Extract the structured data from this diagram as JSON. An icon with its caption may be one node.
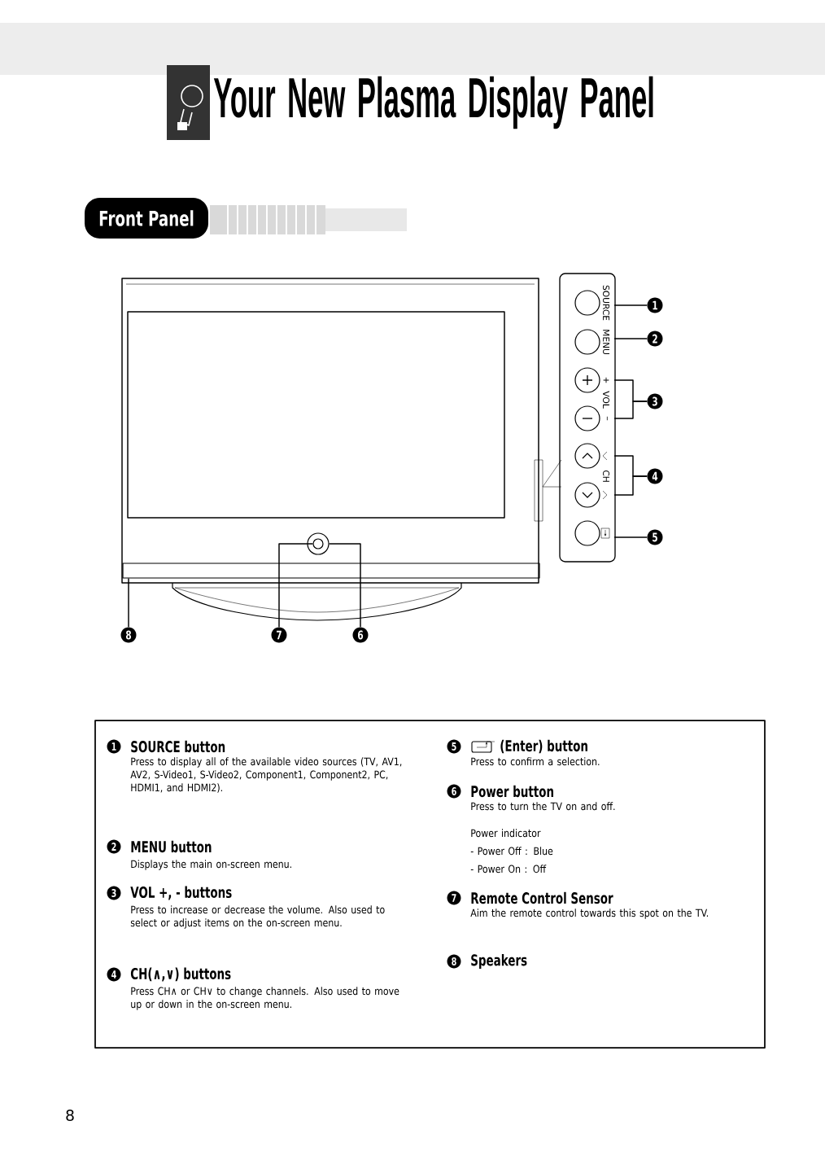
{
  "diagram": {
    "title": "Your New Plasma Display Panel",
    "nodes": [
      {
        "text": [
          "Front Panel"
        ]
      },
      {
        "text": [],
        "shape": "bar"
      },
      {
        "text": [],
        "shape": "circle"
      },
      {
        "text": [],
        "shape": "circle",
        "in": 2
      },
      {
        "text": [],
        "shape": "circle"
      },
      {
        "text": [],
        "shape": "circle"
      },
      {
        "text": [],
        "shape": "circle"
      },
      {
        "text": [],
        "shape": "circle"
      },
      {
        "text": [],
        "shape": "circle"
      },
      {
        "text": [],
        "shape": "circle"
      },
      {
        "text": [],
        "shape": "circle"
      },
      {
        "text": [
          "1"
        ]
      },
      {
        "text": [
          "2"
        ]
      },
      {
        "text": [
          "3"
        ]
      },
      {
        "text": [
          "4"
        ]
      },
      {
        "text": [
          "5"
        ]
      },
      {
        "text": [
          "8"
        ]
      },
      {
        "text": [
          "7"
        ]
      },
      {
        "text": [
          "6"
        ]
      },
      {
        "text": [
          "1"
        ]
      },
      {
        "text": [
          "2"
        ]
      },
      {
        "text": [
          "3"
        ]
      },
      {
        "text": [
          "4"
        ]
      },
      {
        "text": [
          "5"
        ]
      },
      {
        "text": [
          "6"
        ]
      },
      {
        "text": [
          "7"
        ]
      },
      {
        "text": [
          "8"
        ]
      }
    ],
    "edges": [
      {
        "from": 11,
        "to": 4,
        "arrow": "none"
      },
      {
        "from": 12,
        "to": 5,
        "arrow": "none"
      },
      {
        "from": 13,
        "to": 6,
        "arrow": "none"
      },
      {
        "from": 13,
        "to": 7,
        "arrow": "none"
      },
      {
        "from": 14,
        "to": 8,
        "arrow": "none"
      },
      {
        "from": 14,
        "to": 9,
        "arrow": "none"
      },
      {
        "from": 15,
        "to": 10,
        "arrow": "none"
      },
      {
        "from": 16,
        "to": 1,
        "arrow": "none"
      },
      {
        "from": 17,
        "to": 3,
        "arrow": "none"
      },
      {
        "from": 18,
        "to": 2,
        "arrow": "none"
      }
    ],
    "labels": [
      "SOURCE",
      "MENU",
      "+",
      "VOL",
      "–",
      "CH",
      "SOURCE button",
      "Press to display all of the available video sources (TV, AV1, AV2, S-Video1, S-Video2, Component1, Component2, PC, HDMI1, and HDMI2).",
      "MENU button",
      "Displays the main on-screen menu.",
      "VOL +, - buttons",
      "Press to increase or decrease the volume. Also used to select or adjust items on the on-screen menu.",
      "CH(∧,∨) buttons",
      "Press CH∧ or CH∨ to change channels. Also used to move up or down in the on-screen menu.",
      "(Enter) button",
      "Press to confirm a selection.",
      "Power button",
      "Press to turn the TV on and off.",
      "Power indicator",
      "- Power Off : Blue",
      "- Power On : Off",
      "Remote Control Sensor",
      "Aim the remote control towards this spot on the TV.",
      "Speakers",
      "8"
    ]
  }
}
